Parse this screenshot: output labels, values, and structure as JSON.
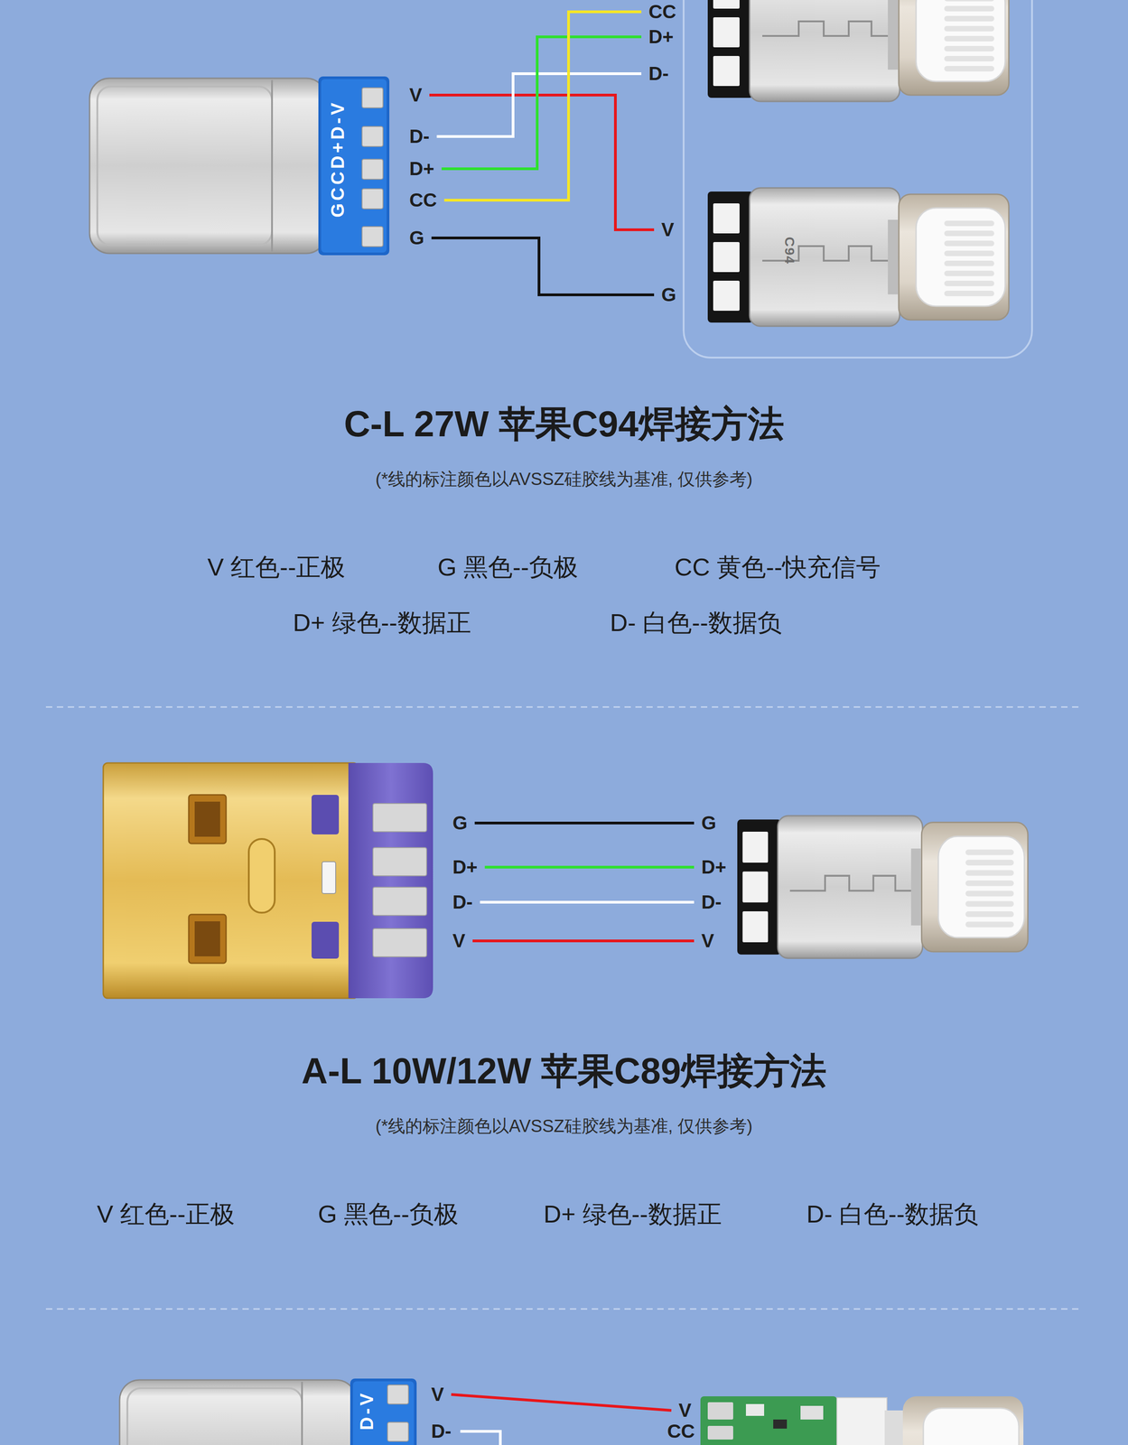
{
  "diagram": {
    "nodes": [
      {
        "text": [
          "V"
        ]
      },
      {
        "text": [
          "D-"
        ]
      },
      {
        "text": [
          "D+"
        ]
      },
      {
        "text": [
          "CC"
        ]
      },
      {
        "text": [
          "G"
        ]
      },
      {
        "text": [
          "CC"
        ]
      },
      {
        "text": [
          "D+"
        ]
      },
      {
        "text": [
          "D-"
        ]
      },
      {
        "text": [
          "V"
        ]
      },
      {
        "text": [
          "G"
        ]
      },
      {
        "text": [
          "G"
        ]
      },
      {
        "text": [
          "D+"
        ]
      },
      {
        "text": [
          "D-"
        ]
      },
      {
        "text": [
          "V"
        ]
      },
      {
        "text": [
          "G"
        ]
      },
      {
        "text": [
          "D+"
        ]
      },
      {
        "text": [
          "D-"
        ]
      },
      {
        "text": [
          "V"
        ]
      },
      {
        "text": [
          "V"
        ]
      },
      {
        "text": [
          "D-"
        ]
      },
      {
        "text": [
          "V"
        ]
      },
      {
        "text": [
          "CC"
        ]
      }
    ],
    "edges": [
      {
        "from": 0,
        "to": 8,
        "arrow": "none"
      },
      {
        "from": 1,
        "to": 7,
        "arrow": "none"
      },
      {
        "from": 2,
        "to": 6,
        "arrow": "none"
      },
      {
        "from": 3,
        "to": 5,
        "arrow": "none"
      },
      {
        "from": 4,
        "to": 9,
        "arrow": "none"
      },
      {
        "from": 10,
        "to": 14,
        "arrow": "none"
      },
      {
        "from": 11,
        "to": 15,
        "arrow": "none"
      },
      {
        "from": 12,
        "to": 16,
        "arrow": "none"
      },
      {
        "from": 13,
        "to": 17,
        "arrow": "none"
      },
      {
        "from": 18,
        "to": 20,
        "arrow": "none"
      }
    ],
    "labels": [
      "GCCD+D-V",
      "C94",
      "C-L 27W 苹果C94焊接方法",
      "(*线的标注颜色以AVSSZ硅胶线为基准, 仅供参考)",
      "V 红色--正极",
      "G 黑色--负极",
      "CC 黄色--快充信号",
      "D+ 绿色--数据正",
      "D- 白色--数据负",
      "A-L 10W/12W 苹果C89焊接方法",
      "(*线的标注颜色以AVSSZ硅胶线为基准, 仅供参考)",
      "V 红色--正极",
      "G 黑色--负极",
      "D+ 绿色--数据正",
      "D- 白色--数据负",
      "D-V"
    ]
  }
}
